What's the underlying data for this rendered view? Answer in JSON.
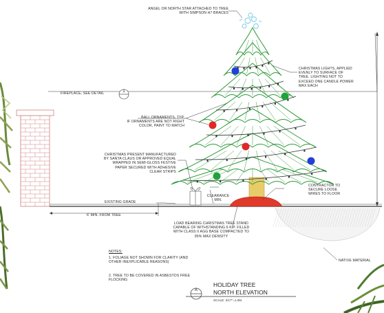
{
  "labels": {
    "angel": "ANGEL OR NORTH STAR ATTACHED TO TREE\nWITH SIMPSON H7 BRACES",
    "lights": "CHRISTMAS LIGHTS, APPLIED\nEVENLY TO SURFACE OF\nTREE. LIGHTING NOT TO\nEXCEED ONE CANDLE POWER\nMAX EACH",
    "fireplace": "FIREPLACE, SEE DETAIL",
    "ornaments": "BALL ORNAMENTS, TYP.\nIF ORNAMENTS ARE NOT RIGHT\nCOLOR, PAINT TO MATCH",
    "present": "CHRISTMAS PRESENT MANUFACTURED\nBY SANTA CLAUS OR APPROVED EQUAL\nWRAPPED IN SEMI-GLOSS FESTIVE\nPAPER SECURED WITH ADHESIVE\nCLEAR STRIPS",
    "grade": "EXISTING GRADE",
    "clearance": "CLEARANCE\nMIN.",
    "contractor": "CONTRACTOR TO\nSECURE LOOSE\nWIRES TO FLOOR",
    "min_from_tree": "6' MIN. FROM TREE",
    "stand": "LOAD BEARING CHRISTMAS TREE STAND\nCAPABLE OF WITHSTANDING 6 KIP. FILLED\nWITH CLASS II AGG BASE COMPACTED TO\n95% MAX DENSITY",
    "native": "NATIVE MATERIAL"
  },
  "notes": {
    "heading": "NOTES:",
    "items": [
      "1.   FOLIAGE NOT SHOWN FOR CLARITY (AND\n      OTHER INEXPLICABLE REASONS)",
      "2.   TREE TO BE COVERED IN ASBESTOS FREE\n      FLOCKING"
    ]
  },
  "title_block": {
    "letter": "A",
    "title_line1": "HOLIDAY TREE",
    "title_line2": "NORTH ELEVATION",
    "scale": "SCALE: 3/17\"=1.0m"
  },
  "detail_marker": "1",
  "colors": {
    "tree": "#2e9a3a",
    "ornament_red": "#e02828",
    "ornament_blue": "#2040d8",
    "ornament_green": "#21a33a",
    "stand": "#e03a2a",
    "brick": "#d08080",
    "trunk": "#e8cc6a",
    "star": "#8fd4e8",
    "line": "#333333"
  }
}
